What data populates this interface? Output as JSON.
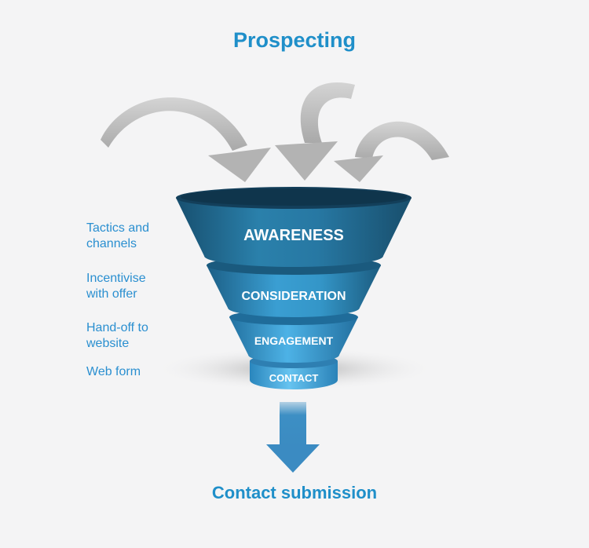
{
  "diagram": {
    "title": "Prospecting",
    "outcome": "Contact submission",
    "stages": [
      "AWARENESS",
      "CONSIDERATION",
      "ENGAGEMENT",
      "CONTACT"
    ],
    "steps": [
      {
        "line1": "Tactics and",
        "line2": "channels"
      },
      {
        "line1": "Incentivise",
        "line2": "with offer"
      },
      {
        "line1": "Hand-off to",
        "line2": "website"
      },
      {
        "line1": "Web form",
        "line2": ""
      }
    ]
  }
}
